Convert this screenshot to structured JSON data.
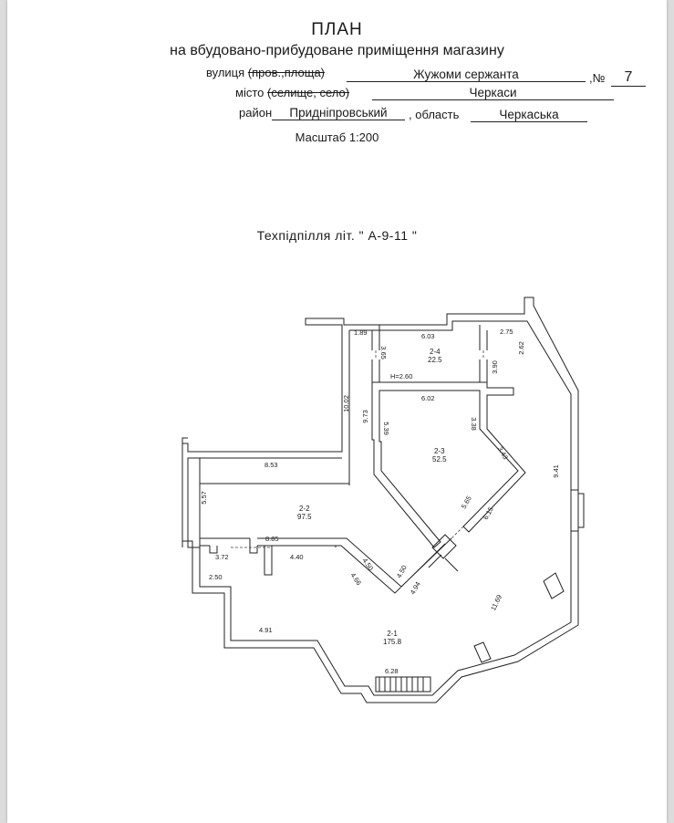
{
  "header": {
    "title": "ПЛАН",
    "subtitle": "на вбудовано-прибудоване приміщення магазину"
  },
  "address": {
    "street_label": "вулиця",
    "street_struck": "(пров.,площа)",
    "street_value": "Жужоми сержанта",
    "number_label": ",№",
    "number_value": "7",
    "city_label": "місто",
    "city_struck": "(селище, село)",
    "city_value": "Черкаси",
    "district_label": "район",
    "district_value": "Придніпровський",
    "region_label": ", область",
    "region_value": "Черкаська"
  },
  "scale": "Масштаб 1:200",
  "floor_title": "Техпідпілля  літ. \" А-9-11 \"",
  "rooms": [
    {
      "id": "2-1",
      "area": "175.8"
    },
    {
      "id": "2-2",
      "area": "97.5"
    },
    {
      "id": "2-3",
      "area": "52.5"
    },
    {
      "id": "2-4",
      "area": "22.5"
    }
  ],
  "height_note": "H=2.60",
  "dimensions": {
    "d1_89": "1.89",
    "d6_03": "6.03",
    "d2_75": "2.75",
    "d2_62": "2.62",
    "d3_65": "3.65",
    "d3_90": "3.90",
    "d10_02": "10.02",
    "d9_73": "9.73",
    "d6_02": "6.02",
    "d5_39": "5.39",
    "d3_38": "3.38",
    "d3_43": "3.43",
    "d9_41": "9.41",
    "d8_53": "8.53",
    "d5_57": "5.57",
    "d5_65": "5.65",
    "d6_15": "6.15",
    "d8_85": "8.85",
    "d3_72": "3.72",
    "d4_40": "4.40",
    "d2_50": "2.50",
    "d4_50a": "4.50",
    "d4_50b": "4.50",
    "d4_66": "4.66",
    "d4_94": "4.94",
    "d11_69": "11.69",
    "d4_91": "4.91",
    "d6_28": "6.28"
  }
}
